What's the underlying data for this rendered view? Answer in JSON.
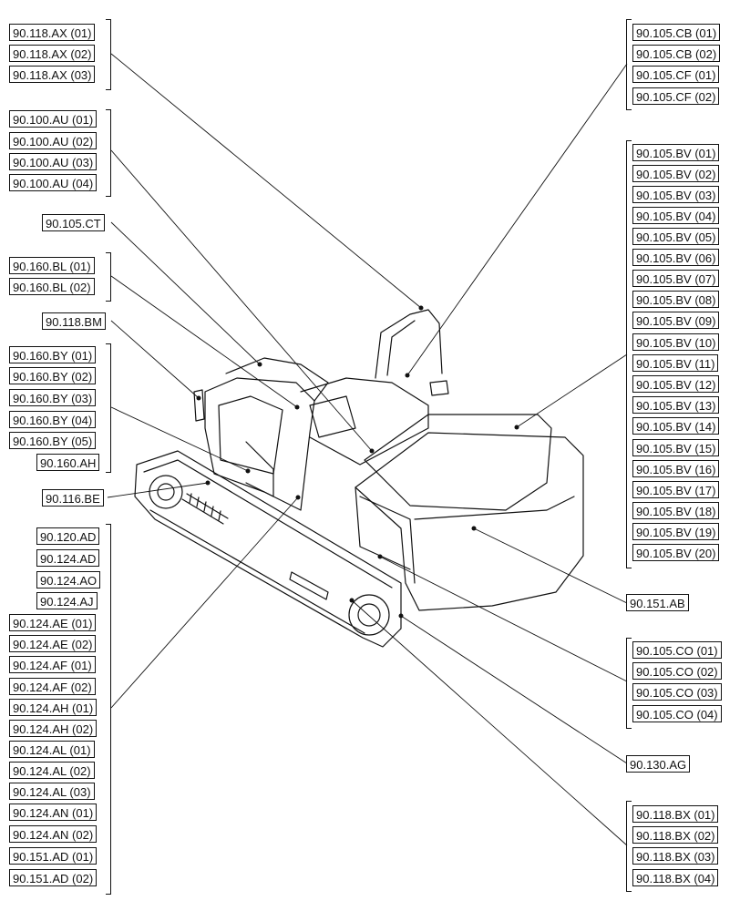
{
  "groups": {
    "ax": [
      "90.118.AX (01)",
      "90.118.AX (02)",
      "90.118.AX (03)"
    ],
    "au": [
      "90.100.AU (01)",
      "90.100.AU (02)",
      "90.100.AU (03)",
      "90.100.AU (04)"
    ],
    "ct": [
      "90.105.CT"
    ],
    "bl": [
      "90.160.BL (01)",
      "90.160.BL (02)"
    ],
    "bm": [
      "90.118.BM"
    ],
    "by": [
      "90.160.BY (01)",
      "90.160.BY (02)",
      "90.160.BY (03)",
      "90.160.BY (04)",
      "90.160.BY (05)",
      "90.160.AH"
    ],
    "be": [
      "90.116.BE"
    ],
    "track": [
      "90.120.AD",
      "90.124.AD",
      "90.124.AO",
      "90.124.AJ",
      "90.124.AE (01)",
      "90.124.AE (02)",
      "90.124.AF (01)",
      "90.124.AF (02)",
      "90.124.AH (01)",
      "90.124.AH (02)",
      "90.124.AL (01)",
      "90.124.AL (02)",
      "90.124.AL (03)",
      "90.124.AN (01)",
      "90.124.AN (02)",
      "90.151.AD (01)",
      "90.151.AD (02)"
    ],
    "cb": [
      "90.105.CB (01)",
      "90.105.CB (02)",
      "90.105.CF (01)",
      "90.105.CF (02)"
    ],
    "bv": [
      "90.105.BV (01)",
      "90.105.BV (02)",
      "90.105.BV (03)",
      "90.105.BV (04)",
      "90.105.BV (05)",
      "90.105.BV (06)",
      "90.105.BV (07)",
      "90.105.BV (08)",
      "90.105.BV (09)",
      "90.105.BV (10)",
      "90.105.BV (11)",
      "90.105.BV (12)",
      "90.105.BV (13)",
      "90.105.BV (14)",
      "90.105.BV (15)",
      "90.105.BV (16)",
      "90.105.BV (17)",
      "90.105.BV (18)",
      "90.105.BV (19)",
      "90.105.BV (20)"
    ],
    "ab": [
      "90.151.AB"
    ],
    "co": [
      "90.105.CO (01)",
      "90.105.CO (02)",
      "90.105.CO (03)",
      "90.105.CO (04)"
    ],
    "ag": [
      "90.130.AG"
    ],
    "bx": [
      "90.118.BX (01)",
      "90.118.BX (02)",
      "90.118.BX (03)",
      "90.118.BX (04)"
    ]
  }
}
